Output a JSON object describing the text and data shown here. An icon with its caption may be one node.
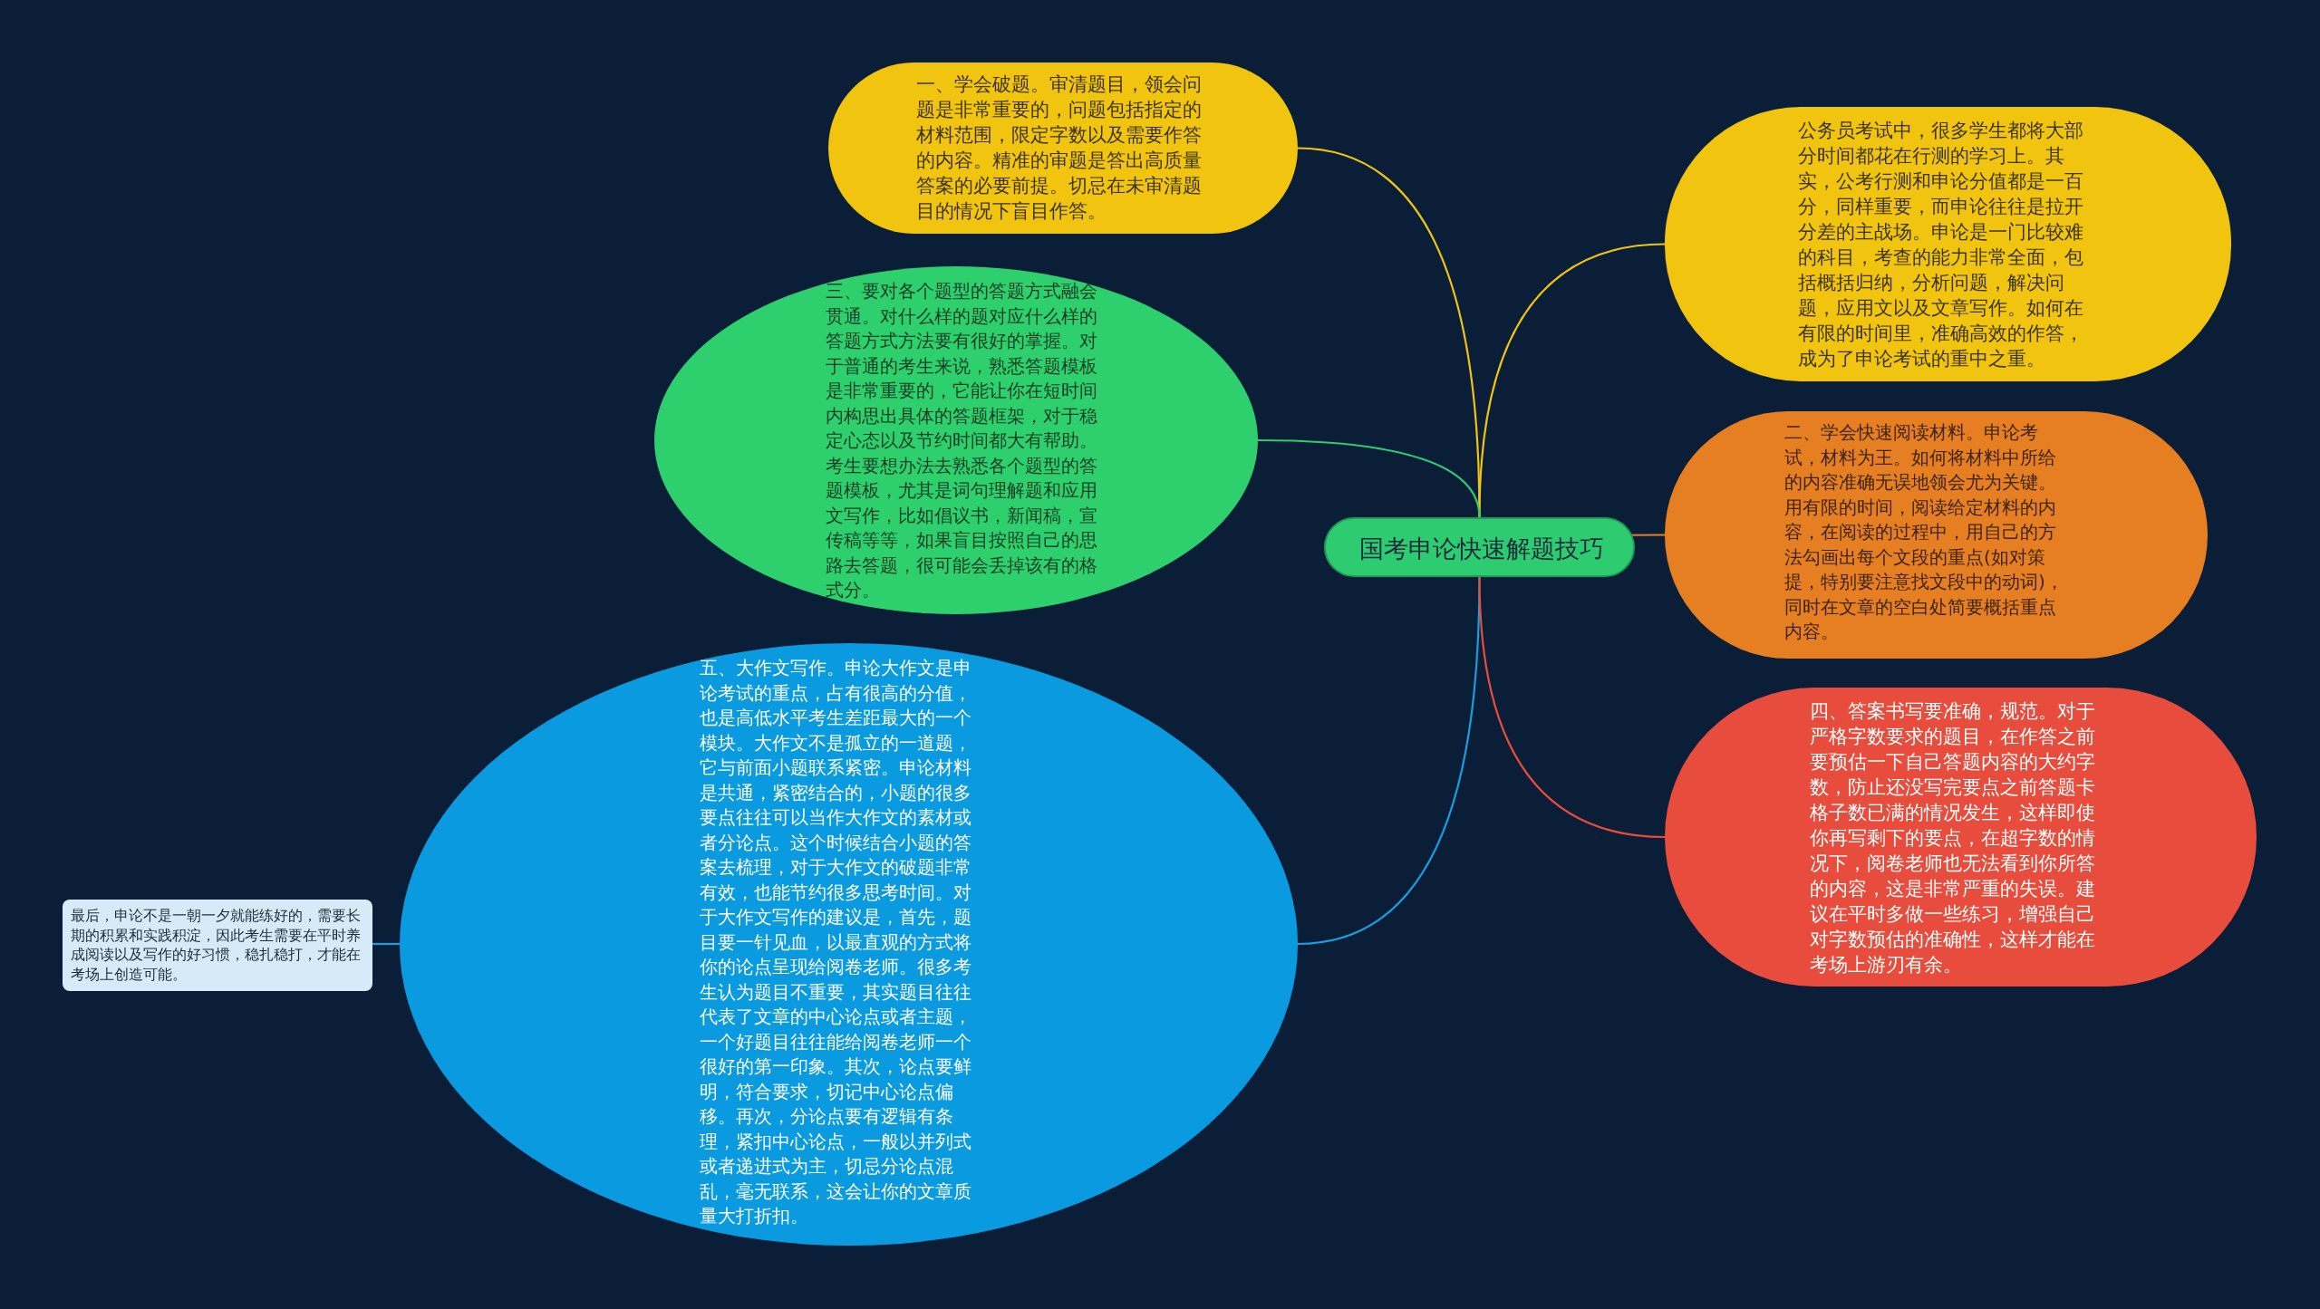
{
  "diagram": {
    "nodes": [
      {
        "text": [
          "国考申论快速解题技巧"
        ]
      },
      {
        "text": [
          "一、学会破题。审清题目，领会问题是非常重要的，问题包括指定的材料范围，限定字数以及需要作答的内容。精准的审题是答出高质量答案的必要前提。切忌在未审清题目的情况下盲目作答。"
        ]
      },
      {
        "text": [
          "公务员考试中，很多学生都将大部分时间都花在行测的学习上。其实，公考行测和申论分值都是一百分，同样重要，而申论往往是拉开分差的主战场。申论是一门比较难的科目，考查的能力非常全面，包括概括归纳，分析问题，解决问题，应用文以及文章写作。如何在有限的时间里，准确高效的作答，成为了申论考试的重中之重。"
        ]
      },
      {
        "text": [
          "三、要对各个题型的答题方式融会贯通。对什么样的题对应什么样的答题方式方法要有很好的掌握。对于普通的考生来说，熟悉答题模板是非常重要的，它能让你在短时间内构思出具体的答题框架，对于稳定心态以及节约时间都大有帮助。考生要想办法去熟悉各个题型的答题模板，尤其是词句理解题和应用文写作，比如倡议书，新闻稿，宣传稿等等，如果盲目按照自己的思路去答题，很可能会丢掉该有的格式分。"
        ]
      },
      {
        "text": [
          "二、学会快速阅读材料。申论考试，材料为王。如何将材料中所给的内容准确无误地领会尤为关键。用有限的时间，阅读给定材料的内容，在阅读的过程中，用自己的方法勾画出每个文段的重点(如对策提，特别要注意找文段中的动词)，同时在文章的空白处简要概括重点内容。"
        ]
      },
      {
        "text": [
          "五、大作文写作。申论大作文是申论考试的重点，占有很高的分值，也是高低水平考生差距最大的一个模块。大作文不是孤立的一道题，它与前面小题联系紧密。申论材料是共通，紧密结合的，小题的很多要点往往可以当作大作文的素材或者分论点。这个时候结合小题的答案去梳理，对于大作文的破题非常有效，也能节约很多思考时间。对于大作文写作的建议是，首先，题目要一针见血，以最直观的方式将你的论点呈现给阅卷老师。很多考生认为题目不重要，其实题目往往代表了文章的中心论点或者主题，一个好题目往往能给阅卷老师一个很好的第一印象。其次，论点要鲜明，符合要求，切记中心论点偏移。再次，分论点要有逻辑有条理，紧扣中心论点，一般以并列式或者递进式为主，切忌分论点混乱，毫无联系，这会让你的文章质量大打折扣。"
        ]
      },
      {
        "text": [
          "四、答案书写要准确，规范。对于严格字数要求的题目，在作答之前要预估一下自己答题内容的大约字数，防止还没写完要点之前答题卡格子数已满的情况发生，这样即使你再写剩下的要点，在超字数的情况下，阅卷老师也无法看到你所答的内容，这是非常严重的失误。建议在平时多做一些练习，增强自己对字数预估的准确性，这样才能在考场上游刃有余。"
        ]
      },
      {
        "text": [
          "最后，申论不是一朝一夕就能练好的，需要长期的积累和实践积淀，因此考生需要在平时养成阅读以及写作的好习惯，稳扎稳打，才能在考场上创造可能。"
        ]
      }
    ],
    "edges": [
      {
        "from": 0,
        "to": 1,
        "arrow": "none",
        "color": "#f1c40f"
      },
      {
        "from": 0,
        "to": 2,
        "arrow": "none",
        "color": "#f1c40f"
      },
      {
        "from": 0,
        "to": 3,
        "arrow": "none",
        "color": "#2ecc71"
      },
      {
        "from": 0,
        "to": 4,
        "arrow": "none",
        "color": "#e67e22"
      },
      {
        "from": 0,
        "to": 5,
        "arrow": "none",
        "color": "#1a9ee0"
      },
      {
        "from": 0,
        "to": 6,
        "arrow": "none",
        "color": "#e74c3c"
      },
      {
        "from": 5,
        "to": 7,
        "arrow": "none",
        "color": "#1a9ee0"
      }
    ]
  }
}
